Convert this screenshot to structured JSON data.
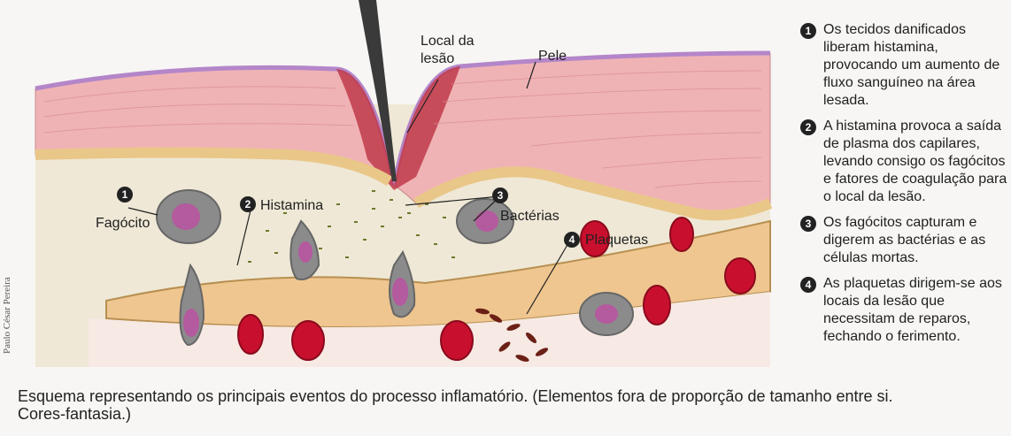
{
  "labels": {
    "local_lesao_1": "Local da",
    "local_lesao_2": "lesão",
    "pele": "Pele",
    "fagocito": "Fagócito",
    "histamina": "Histamina",
    "bacterias": "Bactérias",
    "plaquetas": "Plaquetas"
  },
  "markers": {
    "m1": "1",
    "m2": "2",
    "m3": "3",
    "m4": "4"
  },
  "legend": [
    {
      "num": "1",
      "text": "Os tecidos danificados liberam histamina, provocando um aumento de fluxo sanguíneo na área lesada."
    },
    {
      "num": "2",
      "text": "A histamina provoca a saída de plasma dos capilares, levando consigo os fagócitos e fatores de coagulação para o local da lesão."
    },
    {
      "num": "3",
      "text": "Os fagócitos capturam e digerem as bactérias e as células mortas."
    },
    {
      "num": "4",
      "text": "As plaquetas dirigem-se aos locais da lesão que necessitam de reparos, fechando o ferimento."
    }
  ],
  "credit": "Paulo César Pereira",
  "caption": "Esquema representando os principais eventos do processo inflamatório. (Elementos fora de proporção de tamanho entre si. Cores-fantasia.)",
  "colors": {
    "skin": "#f0b3b5",
    "wound": "#c0394a",
    "plasma": "#efe8d6",
    "cells": "#efc690",
    "rbc": "#c8102e",
    "phagocyte": "#8b8b8b",
    "nucleus": "#b45a9e",
    "bacteria": "#6b7a2a",
    "platelet": "#6b2016"
  }
}
